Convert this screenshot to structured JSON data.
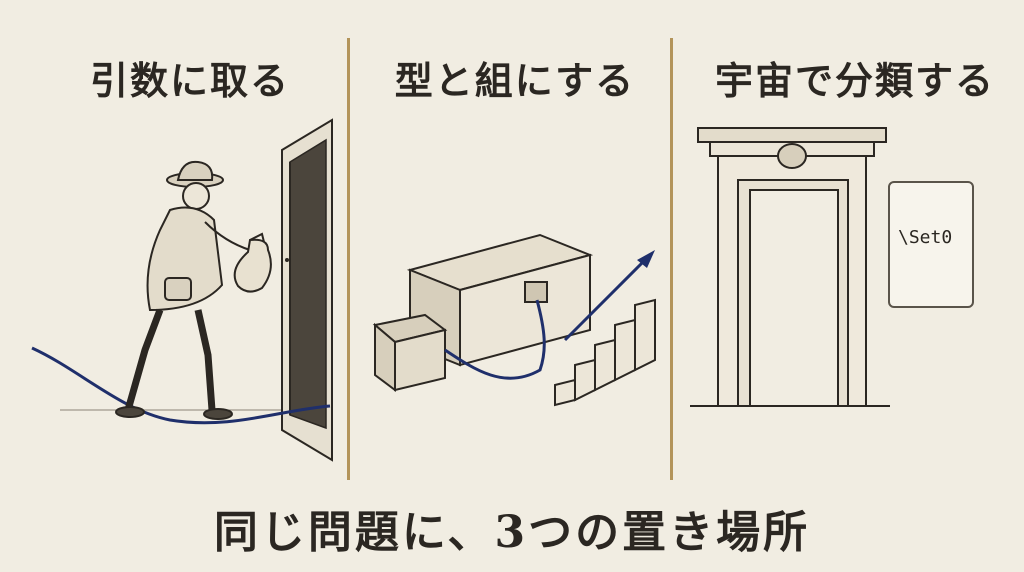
{
  "panels": [
    {
      "title": "引数に取る"
    },
    {
      "title": "型と組にする"
    },
    {
      "title": "宇宙で分類する"
    }
  ],
  "label_text": "\\Set0",
  "caption": "同じ問題に、3つの置き場所",
  "colors": {
    "background": "#f1ede2",
    "ink": "#2b2722",
    "divider": "#b3945a",
    "rope": "#1f2f6b"
  }
}
